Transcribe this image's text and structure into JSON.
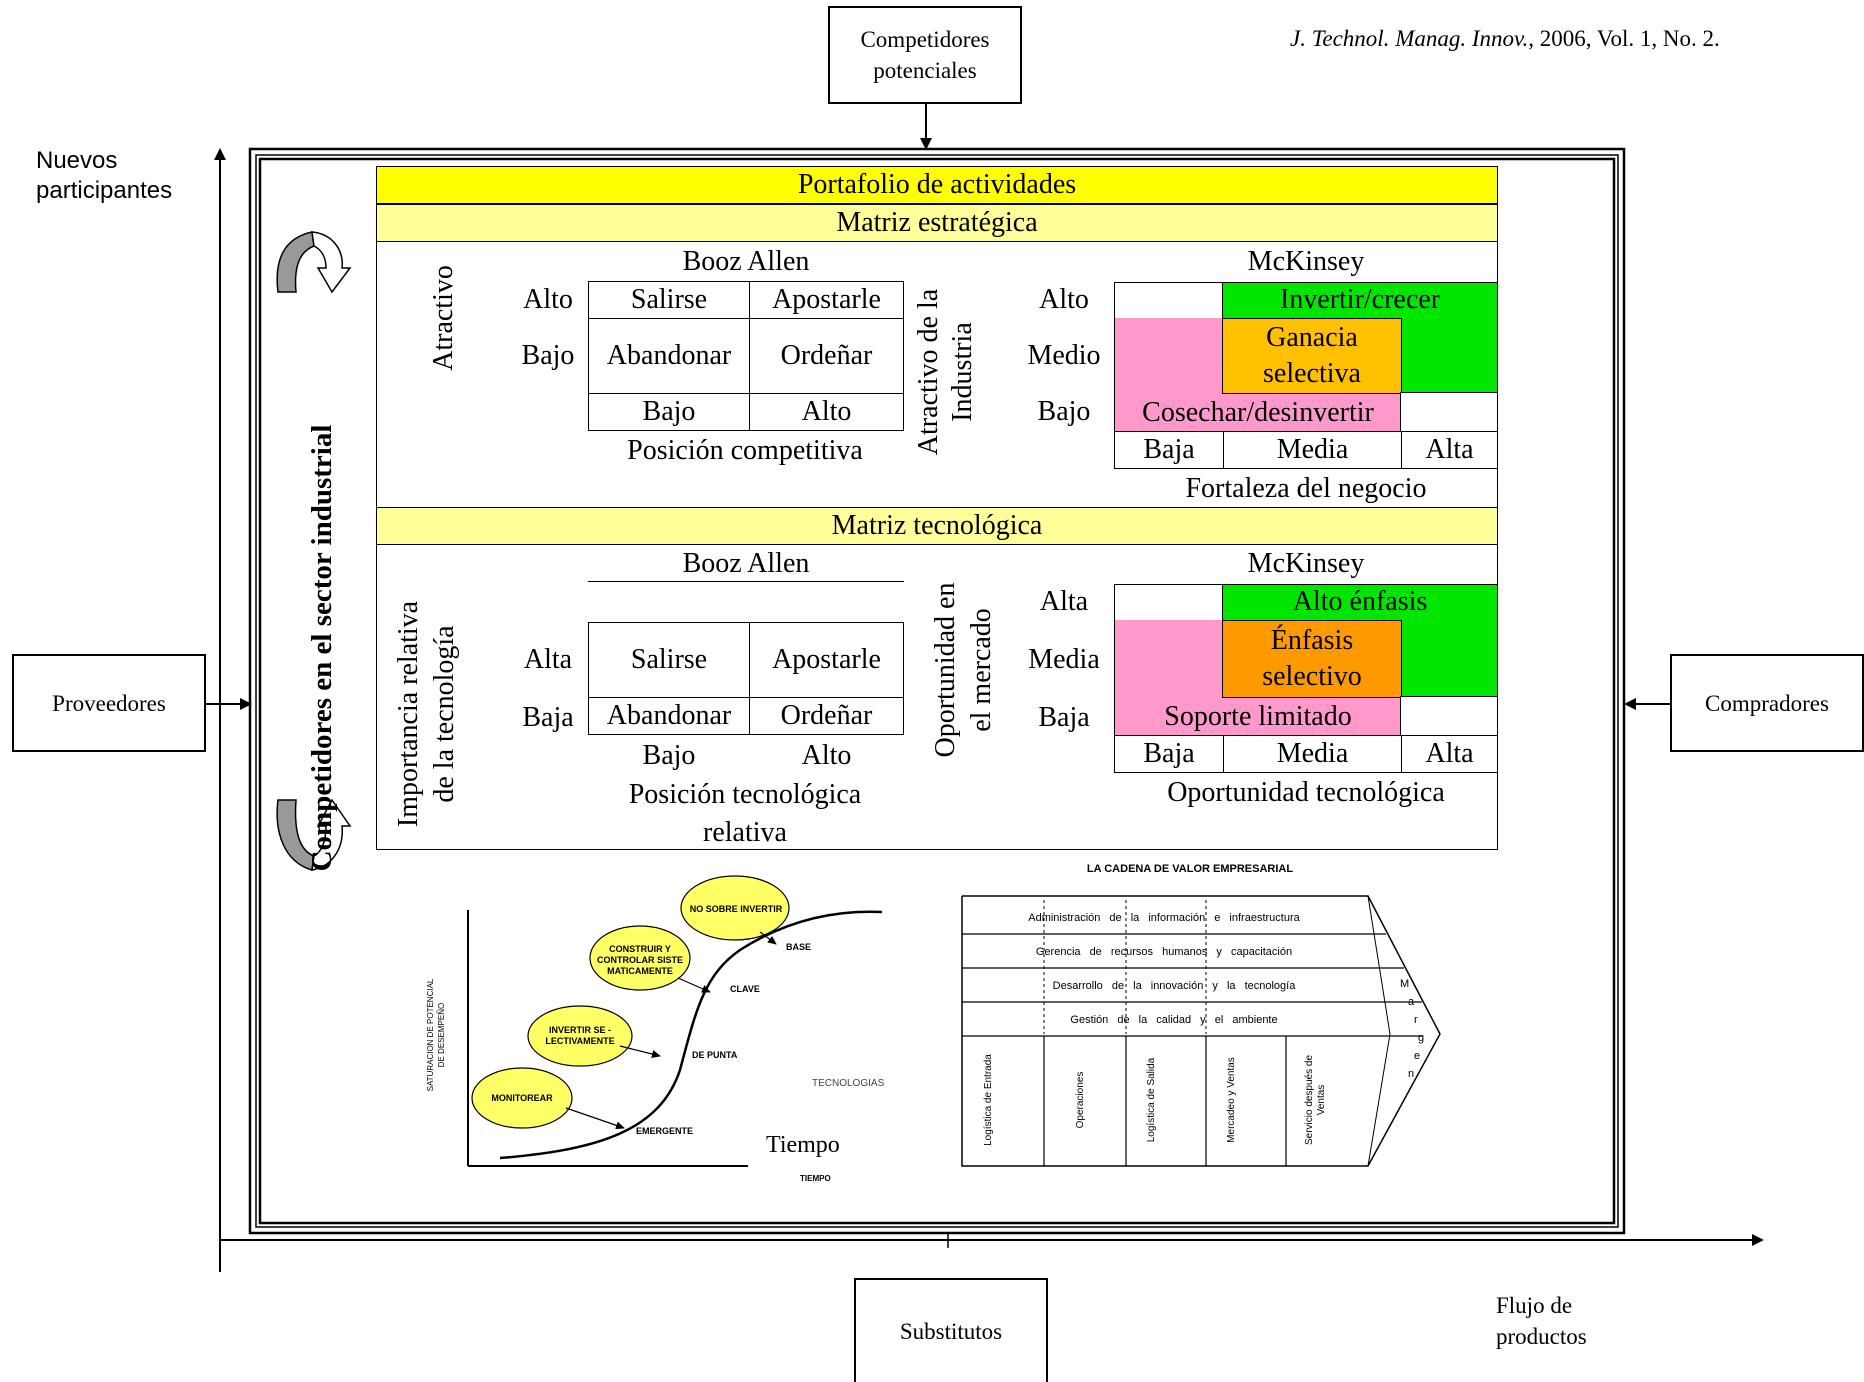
{
  "header": {
    "citation_journal": "J. Technol. Manag. Innov.,",
    "citation_rest": " 2006, Vol. 1, No. 2."
  },
  "porter": {
    "top": "Competidores potenciales",
    "left": "Proveedores",
    "right": "Compradores",
    "bottom": "Substitutos",
    "new_entrants": "Nuevos participantes",
    "product_flow": "Flujo de productos",
    "center_label": "Competidores en el sector industrial"
  },
  "portfolio": {
    "title": "Portafolio de actividades",
    "strategic": {
      "title": "Matriz estratégica",
      "booz": {
        "name": "Booz Allen",
        "y_axis": "Atractivo",
        "rows": [
          "Alto",
          "Bajo"
        ],
        "cells": [
          "Salirse",
          "Apostarle",
          "Abandonar",
          "Ordeñar"
        ],
        "cols": [
          "Bajo",
          "Alto"
        ],
        "x_axis": "Posición competitiva"
      },
      "mckinsey": {
        "name": "McKinsey",
        "y_axis": "Atractivo de la Industria",
        "rows": [
          "Alto",
          "Medio",
          "Bajo"
        ],
        "zones": [
          "Invertir/crecer",
          "Ganacia selectiva",
          "Cosechar/desinvertir"
        ],
        "cols": [
          "Baja",
          "Media",
          "Alta"
        ],
        "x_axis": "Fortaleza del negocio"
      }
    },
    "technological": {
      "title": "Matriz tecnológica",
      "booz": {
        "name": "Booz Allen",
        "y_axis": "Importancia relativa de la tecnología",
        "rows": [
          "Alta",
          "Baja"
        ],
        "cells": [
          "Salirse",
          "Apostarle",
          "Abandonar",
          "Ordeñar"
        ],
        "cols": [
          "Bajo",
          "Alto"
        ],
        "x_axis": "Posición tecnológica relativa"
      },
      "mckinsey": {
        "name": "McKinsey",
        "y_axis": "Oportunidad en el mercado",
        "rows": [
          "Alta",
          "Media",
          "Baja"
        ],
        "zones": [
          "Alto énfasis",
          "Énfasis selectivo",
          "Soporte limitado"
        ],
        "cols": [
          "Baja",
          "Media",
          "Alta"
        ],
        "x_axis": "Oportunidad tecnológica"
      }
    }
  },
  "s_curve": {
    "y_axis": "SATURACION DE POTENCIAL DE DESEMPEÑO",
    "points": [
      "BASE",
      "CLAVE",
      "DE PUNTA",
      "EMERGENTE"
    ],
    "bubbles": [
      "NO SOBRE INVERTIR",
      "CONSTRUIR Y CONTROLAR SISTE MATICAMENTE",
      "INVERTIR SE - LECTIVAMENTE",
      "MONITOREAR"
    ],
    "technologies": "TECNOLOGIAS",
    "time_large": "Tiempo",
    "time_small": "TIEMPO"
  },
  "value_chain": {
    "title": "LA CADENA DE VALOR EMPRESARIAL",
    "support": [
      "Administración de la información e infraestructura",
      "Gerencia de recursos humanos y capacitación",
      "Desarrollo de la innovación y la tecnología",
      "Gestión de la calidad y el ambiente"
    ],
    "primary": [
      "Logística de Entrada",
      "Operaciones",
      "Logística de Salida",
      "Mercadeo y Ventas",
      "Servicio después de Ventas"
    ],
    "margin": [
      "M",
      "a",
      "r",
      "g",
      "e",
      "n"
    ]
  },
  "colors": {
    "title_yellow": "#ffff00",
    "section_yellow": "#ffff99",
    "green": "#00e600",
    "orange_strategic": "#ffc000",
    "orange_tech": "#ff9900",
    "pink": "#ff99cc",
    "bubble": "#ffff66"
  }
}
